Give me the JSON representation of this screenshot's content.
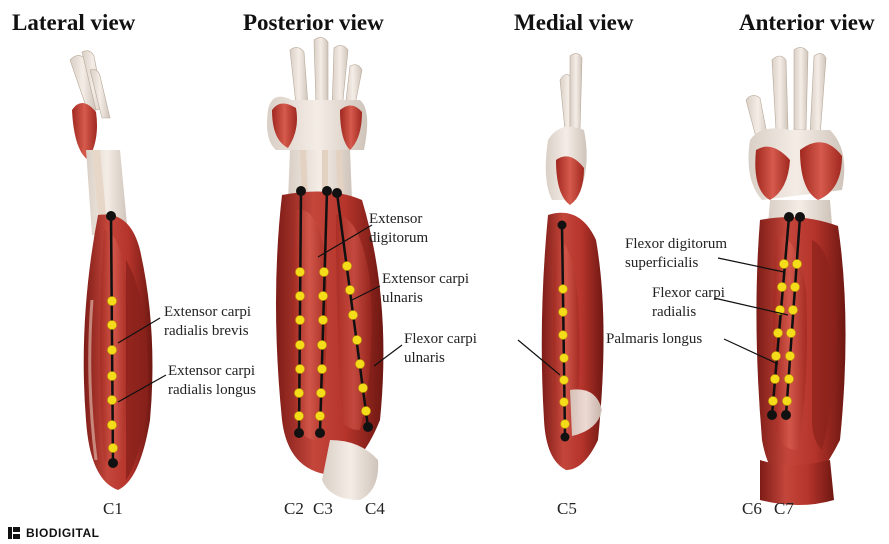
{
  "views": [
    {
      "title": "Lateral view"
    },
    {
      "title": "Posterior view"
    },
    {
      "title": "Medial view"
    },
    {
      "title": "Anterior view"
    }
  ],
  "muscle_labels": {
    "ecrb": "Extensor carpi\nradialis brevis",
    "ecrl": "Extensor carpi\nradialis longus",
    "ed": "Extensor\ndigitorum",
    "ecu": "Extensor carpi\nulnaris",
    "fcu": "Flexor carpi\nulnaris",
    "fds": "Flexor digitorum\nsuperficialis",
    "fcr": "Flexor carpi\nradialis",
    "pl": "Palmaris longus"
  },
  "channels": [
    "C1",
    "C2",
    "C3",
    "C4",
    "C5",
    "C6",
    "C7"
  ],
  "logo": {
    "text": "BIODIGITAL"
  },
  "colors": {
    "muscle": "#b8352c",
    "muscle_dark": "#8e231d",
    "tendon": "#efe4da",
    "electrode": "#f5dc1a",
    "reference": "#111111"
  }
}
